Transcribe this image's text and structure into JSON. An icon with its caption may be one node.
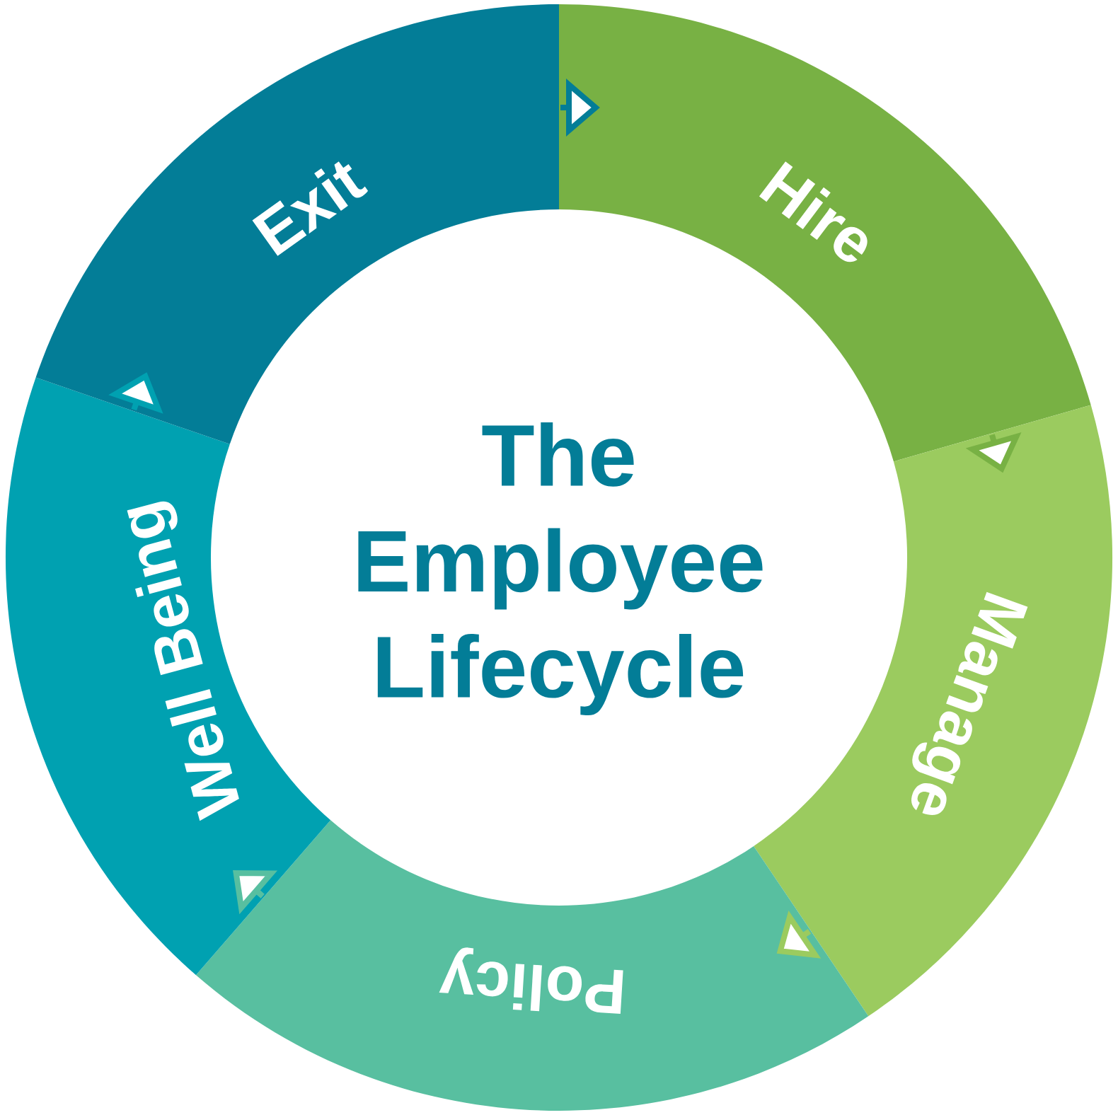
{
  "diagram": {
    "title": "The Employee Lifecycle",
    "nodes": [
      {
        "text": [
          "Hire"
        ]
      },
      {
        "text": [
          "Manage"
        ]
      },
      {
        "text": [
          "Policy"
        ]
      },
      {
        "text": [
          "Well Being"
        ]
      },
      {
        "text": [
          "Exit"
        ]
      }
    ],
    "edges": [
      {
        "from": 0,
        "to": 1,
        "arrow": "to",
        "color": "#78b144"
      },
      {
        "from": 1,
        "to": 2,
        "arrow": "to",
        "color": "#9bcb5f"
      },
      {
        "from": 2,
        "to": 3,
        "arrow": "to",
        "color": "#58bfa0"
      },
      {
        "from": 3,
        "to": 4,
        "arrow": "to",
        "color": "#00a1b1"
      },
      {
        "from": 4,
        "to": 0,
        "arrow": "to",
        "color": "#037d97"
      }
    ]
  }
}
